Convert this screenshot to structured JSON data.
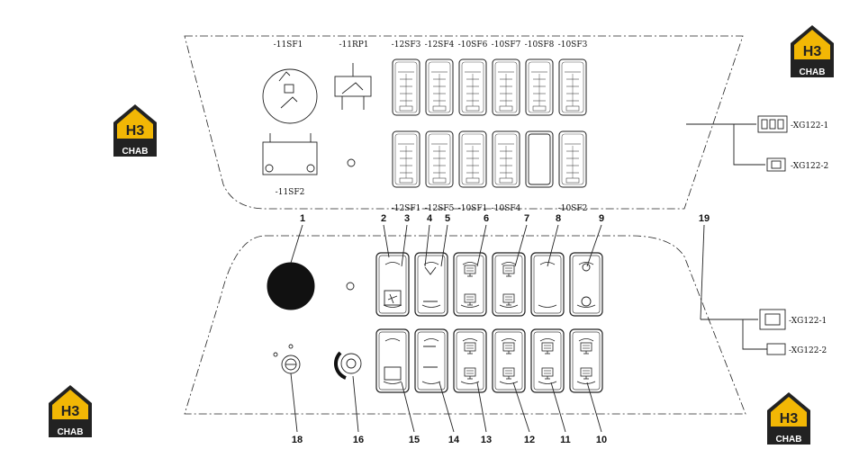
{
  "colors": {
    "line": "#222222",
    "logo_gold": "#f2b705",
    "logo_dark": "#222222"
  },
  "logo": {
    "big": "H3",
    "small": "CHAB"
  },
  "top_panel": {
    "labels": {
      "sf1": "-11SF1",
      "rp1": "-11RP1",
      "sf2": "-11SF2",
      "r1": [
        "-12SF3",
        "-12SF4",
        "-10SF6",
        "-10SF7",
        "-10SF8",
        "-10SF3"
      ],
      "r2": [
        "-12SF1",
        "-12SF5",
        "-10SF1",
        "-10SF4",
        "",
        "-10SF2"
      ]
    },
    "connectors": [
      "-XG122-1",
      "-XG122-2"
    ]
  },
  "bottom_panel": {
    "connectors": [
      "-XG122-1",
      "-XG122-2"
    ],
    "callouts": [
      "1",
      "2",
      "3",
      "4",
      "5",
      "6",
      "7",
      "8",
      "9",
      "10",
      "11",
      "12",
      "13",
      "14",
      "15",
      "16",
      "18",
      "19"
    ]
  }
}
